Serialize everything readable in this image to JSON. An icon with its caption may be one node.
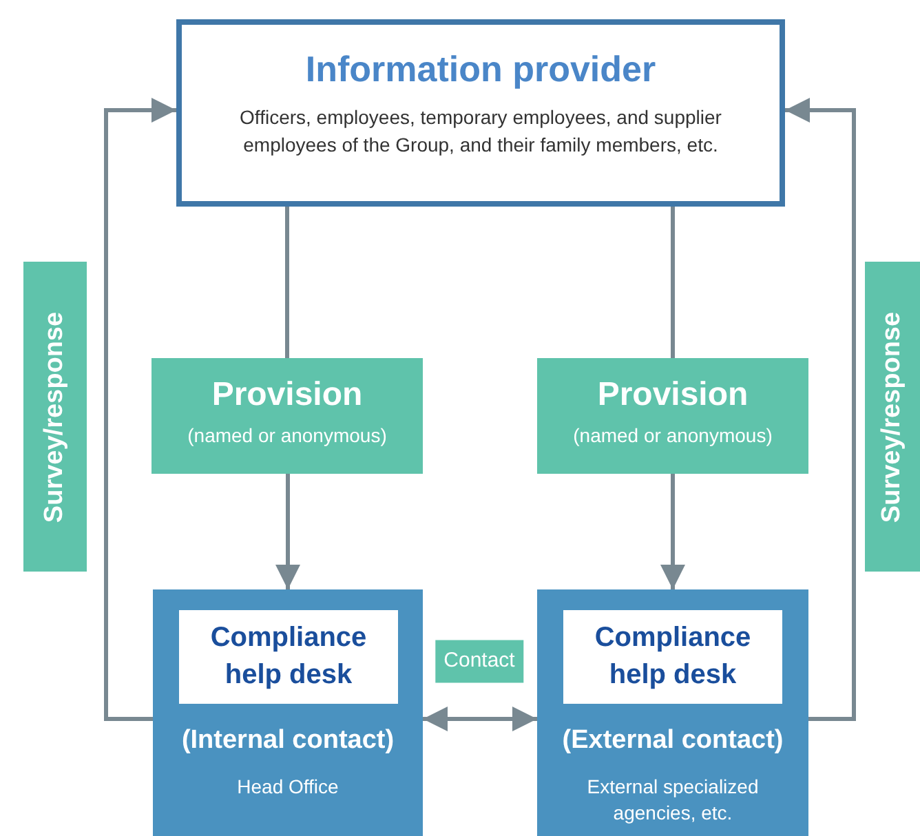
{
  "diagram": {
    "nodes": [
      {
        "text": [
          "Information provider",
          "Officers, employees, temporary employees, and supplier employees of the Group, and their family members, etc."
        ]
      },
      {
        "text": [
          "Provision",
          "(named or anonymous)"
        ]
      },
      {
        "text": [
          "Provision",
          "(named or anonymous)"
        ]
      },
      {
        "text": [
          "(Internal contact)",
          "Head Office"
        ]
      },
      {
        "text": [
          "Compliance help desk"
        ],
        "in": 3
      },
      {
        "text": [
          "(External contact)",
          "External specialized agencies, etc."
        ]
      },
      {
        "text": [
          "Compliance help desk"
        ],
        "in": 5
      },
      {
        "text": [
          "Survey/response"
        ]
      },
      {
        "text": [
          "Survey/response"
        ]
      }
    ],
    "edges": [
      {
        "from": 0,
        "to": 1,
        "arrow": "none"
      },
      {
        "from": 1,
        "to": 3,
        "arrow": "to"
      },
      {
        "from": 0,
        "to": 2,
        "arrow": "none"
      },
      {
        "from": 2,
        "to": 5,
        "arrow": "to"
      },
      {
        "from": 3,
        "to": 0,
        "arrow": "to"
      },
      {
        "from": 5,
        "to": 0,
        "arrow": "to"
      },
      {
        "from": 3,
        "to": 5,
        "arrow": "both",
        "label": "Contact"
      }
    ]
  }
}
